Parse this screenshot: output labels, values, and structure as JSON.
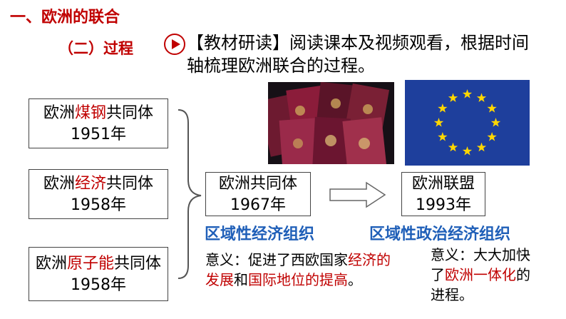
{
  "heading": {
    "title": "一、欧洲的联合",
    "subtitle": "（二）过程"
  },
  "intro": {
    "text": "【教材研读】阅读课本及视频观看，根据时间轴梳理欧洲联合的过程。"
  },
  "communities": [
    {
      "prefix": "欧洲",
      "highlight": "煤钢",
      "suffix": "共同体",
      "year": "1951年"
    },
    {
      "prefix": "欧洲",
      "highlight": "经济",
      "suffix": "共同体",
      "year": "1958年"
    },
    {
      "prefix": "欧洲",
      "highlight": "原子能",
      "suffix": "共同体",
      "year": "1958年"
    }
  ],
  "ec": {
    "name": "欧洲共同体",
    "year": "1967年",
    "tag": "区域性经济组织",
    "note": {
      "p1": "意义：促进了西欧国家",
      "r1": "经济的发展",
      "p2": "和",
      "r2": "国际地位的提高",
      "p3": "。"
    }
  },
  "eu": {
    "name": "欧洲联盟",
    "year": "1993年",
    "tag": "区域性政治经济组织",
    "note": {
      "p1": "意义：大大加快了",
      "r1": "欧洲一体化",
      "p2": "的进程。"
    }
  },
  "colors": {
    "accent_red": "#c00000",
    "tag_blue": "#1f5fb8",
    "eu_flag_blue": "#1e3f9c",
    "eu_flag_star": "#ffd700"
  },
  "icons": [
    "play-icon",
    "arrow-right-icon",
    "brace-icon",
    "eu-flag-image",
    "passports-image"
  ]
}
